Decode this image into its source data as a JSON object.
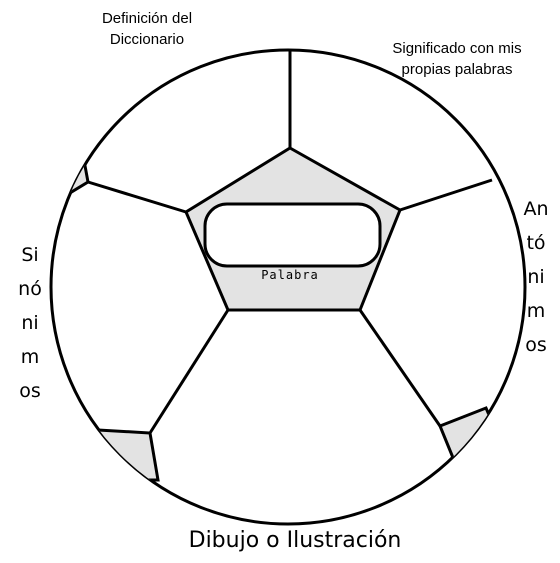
{
  "colors": {
    "outline": "#000000",
    "panel": "#e3e3e3",
    "background": "#ffffff"
  },
  "labels": {
    "top_left": [
      "Definición del",
      "Diccionario"
    ],
    "top_right": [
      "Significado con mis",
      "propias palabras"
    ],
    "left": [
      "Si",
      "nó",
      "ni",
      "m",
      "os"
    ],
    "right": [
      "An",
      "tó",
      "ni",
      "m",
      "os"
    ],
    "bottom": "Dibujo o Ilustración",
    "center": "Palabra"
  },
  "icons": {
    "ball": "soccer-ball-icon"
  }
}
